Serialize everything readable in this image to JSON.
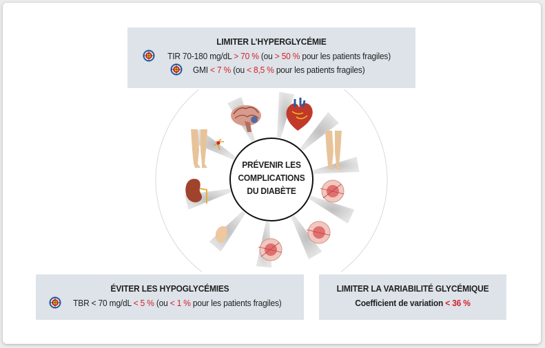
{
  "hyperglycemia": {
    "title": "LIMITER L’HYPERGLYCÉMIE",
    "line1": {
      "label": "TIR 70-180 mg/dL",
      "target": "> 70 %",
      "mid": "(ou",
      "target2": "> 50 %",
      "suffix": "pour les patients fragiles)"
    },
    "line2": {
      "label": "GMI",
      "target": "< 7 %",
      "mid": "(ou",
      "target2": "< 8,5 %",
      "suffix": "pour les patients fragiles)"
    }
  },
  "center": {
    "line1": "PRÉVENIR LES",
    "line2": "COMPLICATIONS",
    "line3": "DU DIABÈTE"
  },
  "hypoglycemia": {
    "title": "ÉVITER LES HYPOGLYCÉMIES",
    "line1": {
      "label": "TBR < 70 mg/dL",
      "target": "< 5 %",
      "mid": "(ou",
      "target2": "< 1 %",
      "suffix": "pour les patients fragiles)"
    }
  },
  "variability": {
    "title": "LIMITER LA VARIABILITÉ GLYCÉMIQUE",
    "line1": {
      "label": "Coefficient de variation",
      "target": "< 36 %"
    }
  },
  "colors": {
    "box_bg": "#dde3e9",
    "highlight_red": "#d6202a",
    "target_red": "#d6202a",
    "target_yellow": "#f2c21b",
    "target_blue": "#2f5f9e"
  },
  "icons": [
    "brain-icon",
    "heart-icon",
    "legs-icon",
    "eye-icon",
    "foot-icon",
    "kidney-icon",
    "nerve-legs-icon",
    "target-icon"
  ]
}
